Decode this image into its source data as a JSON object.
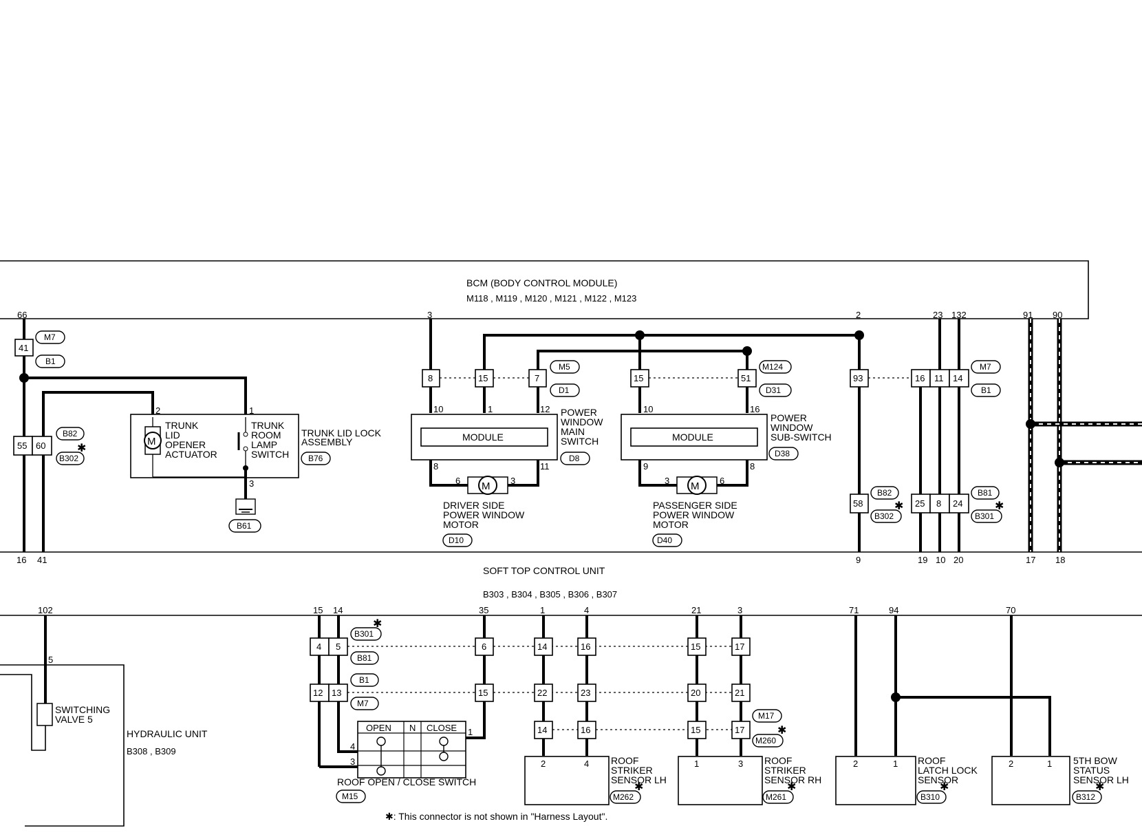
{
  "bcm": {
    "title": "BCM (BODY CONTROL MODULE)",
    "connectors": "M118 , M119 , M120 , M121 , M122 , M123",
    "pins": [
      "66",
      "3",
      "2",
      "23",
      "132",
      "91",
      "90"
    ]
  },
  "trunk": {
    "actuator": [
      "TRUNK",
      "LID",
      "OPENER",
      "ACTUATOR"
    ],
    "switch": [
      "TRUNK",
      "ROOM",
      "LAMP",
      "SWITCH"
    ],
    "assembly": [
      "TRUNK LID LOCK",
      "ASSEMBLY"
    ],
    "conn": "B76",
    "ground_conn": "B61"
  },
  "pw_main": {
    "module": "MODULE",
    "label": [
      "POWER",
      "WINDOW",
      "MAIN",
      "SWITCH"
    ],
    "conn": "D8",
    "motor": [
      "DRIVER SIDE",
      "POWER WINDOW",
      "MOTOR"
    ],
    "motor_conn": "D10"
  },
  "pw_sub": {
    "module": "MODULE",
    "label": [
      "POWER",
      "WINDOW",
      "SUB-SWITCH"
    ],
    "conn": "D38",
    "motor": [
      "PASSENGER SIDE",
      "POWER WINDOW",
      "MOTOR"
    ],
    "motor_conn": "D40"
  },
  "stcu": {
    "title": "SOFT TOP CONTROL UNIT",
    "connectors": "B303 , B304 , B305 , B306 , B307",
    "pins_top": [
      "16",
      "41",
      "9",
      "19",
      "10",
      "20",
      "17",
      "18"
    ],
    "pins_bottom": [
      "102",
      "15",
      "14",
      "35",
      "1",
      "4",
      "21",
      "3",
      "71",
      "94",
      "70"
    ]
  },
  "hydraulic": {
    "valve": [
      "SWITCHING",
      "VALVE 5"
    ],
    "label": "HYDRAULIC UNIT",
    "connectors": "B308 , B309"
  },
  "roof_switch": {
    "cols": [
      "OPEN",
      "N",
      "CLOSE"
    ],
    "label": "ROOF OPEN / CLOSE SWITCH",
    "conn": "M15"
  },
  "sensors": [
    {
      "label": [
        "ROOF",
        "STRIKER",
        "SENSOR LH"
      ],
      "conn": "M262"
    },
    {
      "label": [
        "ROOF",
        "STRIKER",
        "SENSOR RH"
      ],
      "conn": "M261"
    },
    {
      "label": [
        "ROOF",
        "LATCH LOCK",
        "SENSOR"
      ],
      "conn": "B310"
    },
    {
      "label": [
        "5TH BOW",
        "STATUS",
        "SENSOR LH"
      ],
      "conn": "B312"
    }
  ],
  "connector_tags": [
    "M7",
    "B1",
    "B82",
    "B302",
    "M5",
    "D1",
    "M124",
    "D31",
    "B81",
    "B301",
    "M17",
    "M260"
  ],
  "footnote": "✱: This connector is not shown in \"Harness Layout\"."
}
